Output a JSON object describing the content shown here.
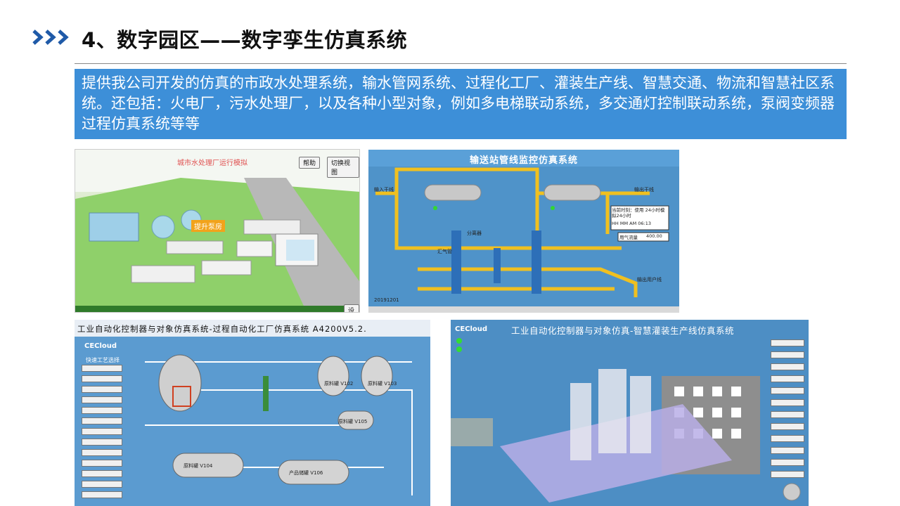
{
  "slide": {
    "title": "4、数字园区——数字孪生仿真系统",
    "description": "提供我公司开发的仿真的市政水处理系统，输水管网系统、过程化工厂、灌装生产线、智慧交通、物流和智慧社区系统。还包括：火电厂，污水处理厂，以及各种小型对象，例如多电梯联动系统，多交通灯控制联动系统，泵阀变频器过程仿真系统等等"
  },
  "panels": {
    "water_plant": {
      "title": "城市水处理厂运行模拟",
      "help_button": "帮助",
      "switch_button": "切换视图",
      "pump_label": "提升泵房",
      "settings_button": "设置"
    },
    "pipeline": {
      "title": "输送站管线监控仿真系统",
      "inlet_label": "输入干线",
      "outlet_label": "输出干线",
      "user_label": "输出用户线",
      "distributor_label": "分离器",
      "collector_label": "汇气管",
      "date": "20191201",
      "time_box": "当前时刻：使用 24小时模拟24小时",
      "clock": "HH MM AM 06:13",
      "flow_label": "用气流量",
      "flow_value": "400.00"
    },
    "process_plant": {
      "title": "工业自动化控制器与对象仿真系统-过程自动化工厂仿真系统 A4200V5.2.",
      "logo": "CECloud",
      "menu_title": "快速工艺选择",
      "tank_v102": "原料罐 V102",
      "tank_v103": "原料罐 V103",
      "tank_v104": "原料罐 V104",
      "tank_v105": "原料罐 V105",
      "tank_v106": "产品储罐 V106"
    },
    "filling_line": {
      "title": "工业自动化控制器与对象仿真-智慧灌装生产线仿真系统",
      "logo": "CECloud"
    }
  },
  "colors": {
    "accent_blue": "#3d8fd8",
    "chevron_blue": "#1f5aa8",
    "pipe_yellow": "#f0c020"
  }
}
